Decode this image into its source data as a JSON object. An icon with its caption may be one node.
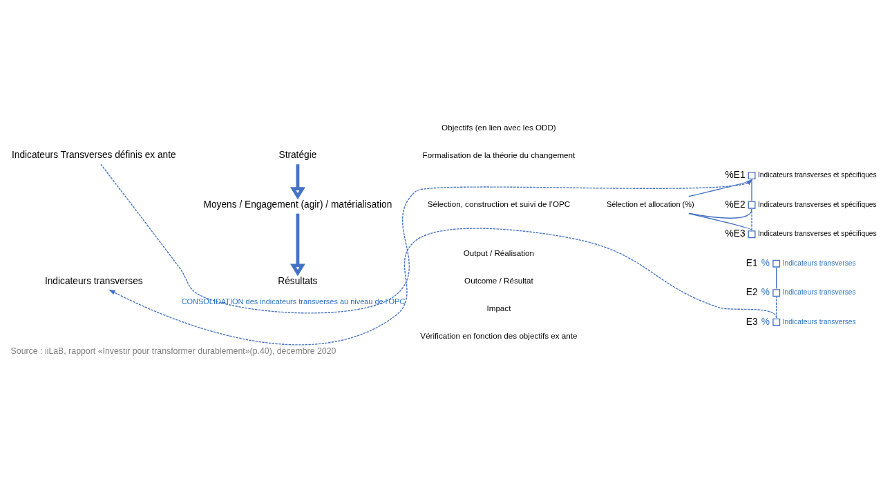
{
  "diagram": {
    "caption": "Source : iiLaB, rapport «Investir pour transformer durablement»(p.40), décembre 2020",
    "nodes": [
      {
        "text": [
          "Indicateurs Transverses définis ex ante"
        ]
      },
      {
        "text": [
          "Stratégie"
        ]
      },
      {
        "text": [
          "Moyens / Engagement (agir) / matérialisation"
        ]
      },
      {
        "text": [
          "Sélection et allocation (%)"
        ]
      },
      {
        "text": [],
        "shape": "box",
        "beside": [
          "%E1",
          "Indicateurs transverses et spécifiques"
        ]
      },
      {
        "text": [],
        "shape": "box",
        "beside": [
          "%E2",
          "Indicateurs transverses et spécifiques"
        ]
      },
      {
        "text": [],
        "shape": "box",
        "beside": [
          "%E3",
          "Indicateurs transverses et spécifiques"
        ]
      },
      {
        "text": [],
        "shape": "box",
        "beside": [
          "E1",
          "%",
          "Indicateurs transverses"
        ]
      },
      {
        "text": [],
        "shape": "box",
        "beside": [
          "E2",
          "%",
          "Indicateurs transverses"
        ]
      },
      {
        "text": [],
        "shape": "box",
        "beside": [
          "E3",
          "%",
          "Indicateurs transverses"
        ]
      },
      {
        "text": [
          "Indicateurs transverses"
        ]
      },
      {
        "text": [
          "Résultats"
        ]
      }
    ],
    "edges": [
      {
        "from": 0,
        "to": 4,
        "arrow": "to",
        "style": "dashed"
      },
      {
        "from": 1,
        "to": 2,
        "arrow": "to",
        "style": "thick"
      },
      {
        "from": 2,
        "to": 11,
        "arrow": "to",
        "style": "thick"
      },
      {
        "from": 3,
        "to": 4,
        "arrow": "none"
      },
      {
        "from": 3,
        "to": 5,
        "arrow": "none"
      },
      {
        "from": 3,
        "to": 6,
        "arrow": "none"
      },
      {
        "from": 4,
        "to": 5,
        "arrow": "none"
      },
      {
        "from": 5,
        "to": 6,
        "arrow": "none",
        "style": "dashed"
      },
      {
        "from": 7,
        "to": 8,
        "arrow": "none"
      },
      {
        "from": 8,
        "to": 9,
        "arrow": "none",
        "style": "dashed"
      },
      {
        "from": 9,
        "to": 10,
        "arrow": "to",
        "style": "dashed",
        "label": "CONSOLIDATION des indicateurs transverses au niveau de l’OPC"
      }
    ],
    "labels": [
      "Objectifs (en lien avec les ODD)",
      "Formalisation de la théorie du changement",
      "Sélection, construction et suivi de l’OPC",
      "Output / Réalisation",
      "Outcome / Résultat",
      "Impact",
      "Vérification en fonction des objectifs ex ante"
    ]
  }
}
